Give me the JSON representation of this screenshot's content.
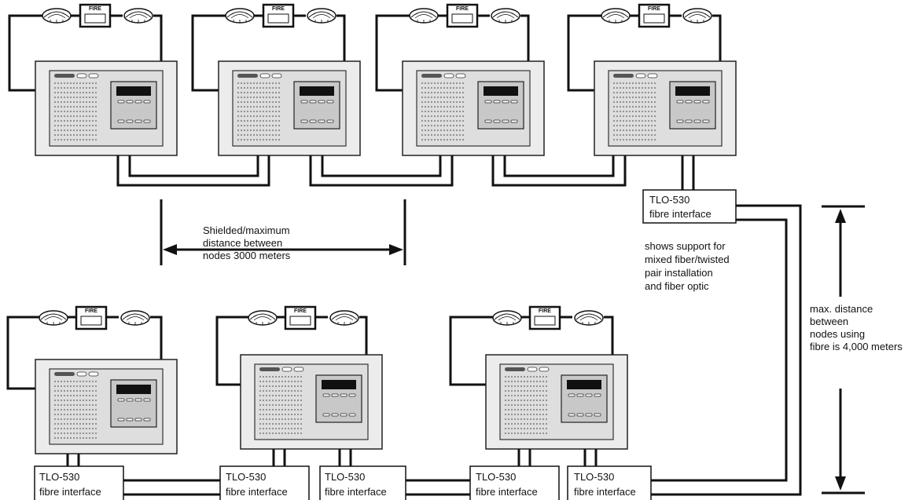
{
  "detector_label": "FIRE",
  "interface_label": {
    "line1": "TLO-530",
    "line2": "fibre interface"
  },
  "annotations": {
    "shielded": {
      "line1": "Shielded/maximum",
      "line2": "distance between",
      "line3": "nodes 3000 meters"
    },
    "mixed": {
      "line1": "shows support for",
      "line2": "mixed fiber/twisted",
      "line3": "pair installation",
      "line4": "and fiber optic"
    },
    "fibre_distance": {
      "line1": "max. distance",
      "line2": "between",
      "line3": "nodes using",
      "line4": "fibre is 4,000 meters"
    }
  }
}
